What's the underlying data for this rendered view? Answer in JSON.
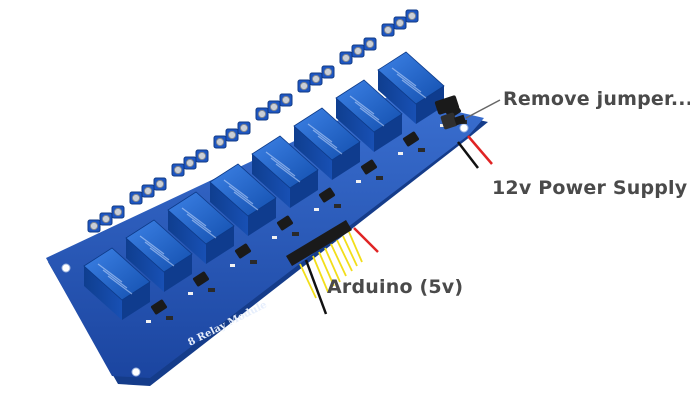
{
  "labels": {
    "jumper": "Remove jumper...",
    "power": "12v Power Supply",
    "arduino": "Arduino (5v)"
  },
  "board": {
    "silkscreen": "8 Relay Module",
    "relay_count": 8
  },
  "colors": {
    "pcb": "#1f4fb4",
    "relay": "#1c62cc",
    "wire_red": "#e02424",
    "wire_black": "#111111",
    "wire_yellow": "#f2de1a",
    "label_text": "#4a4a4a"
  }
}
